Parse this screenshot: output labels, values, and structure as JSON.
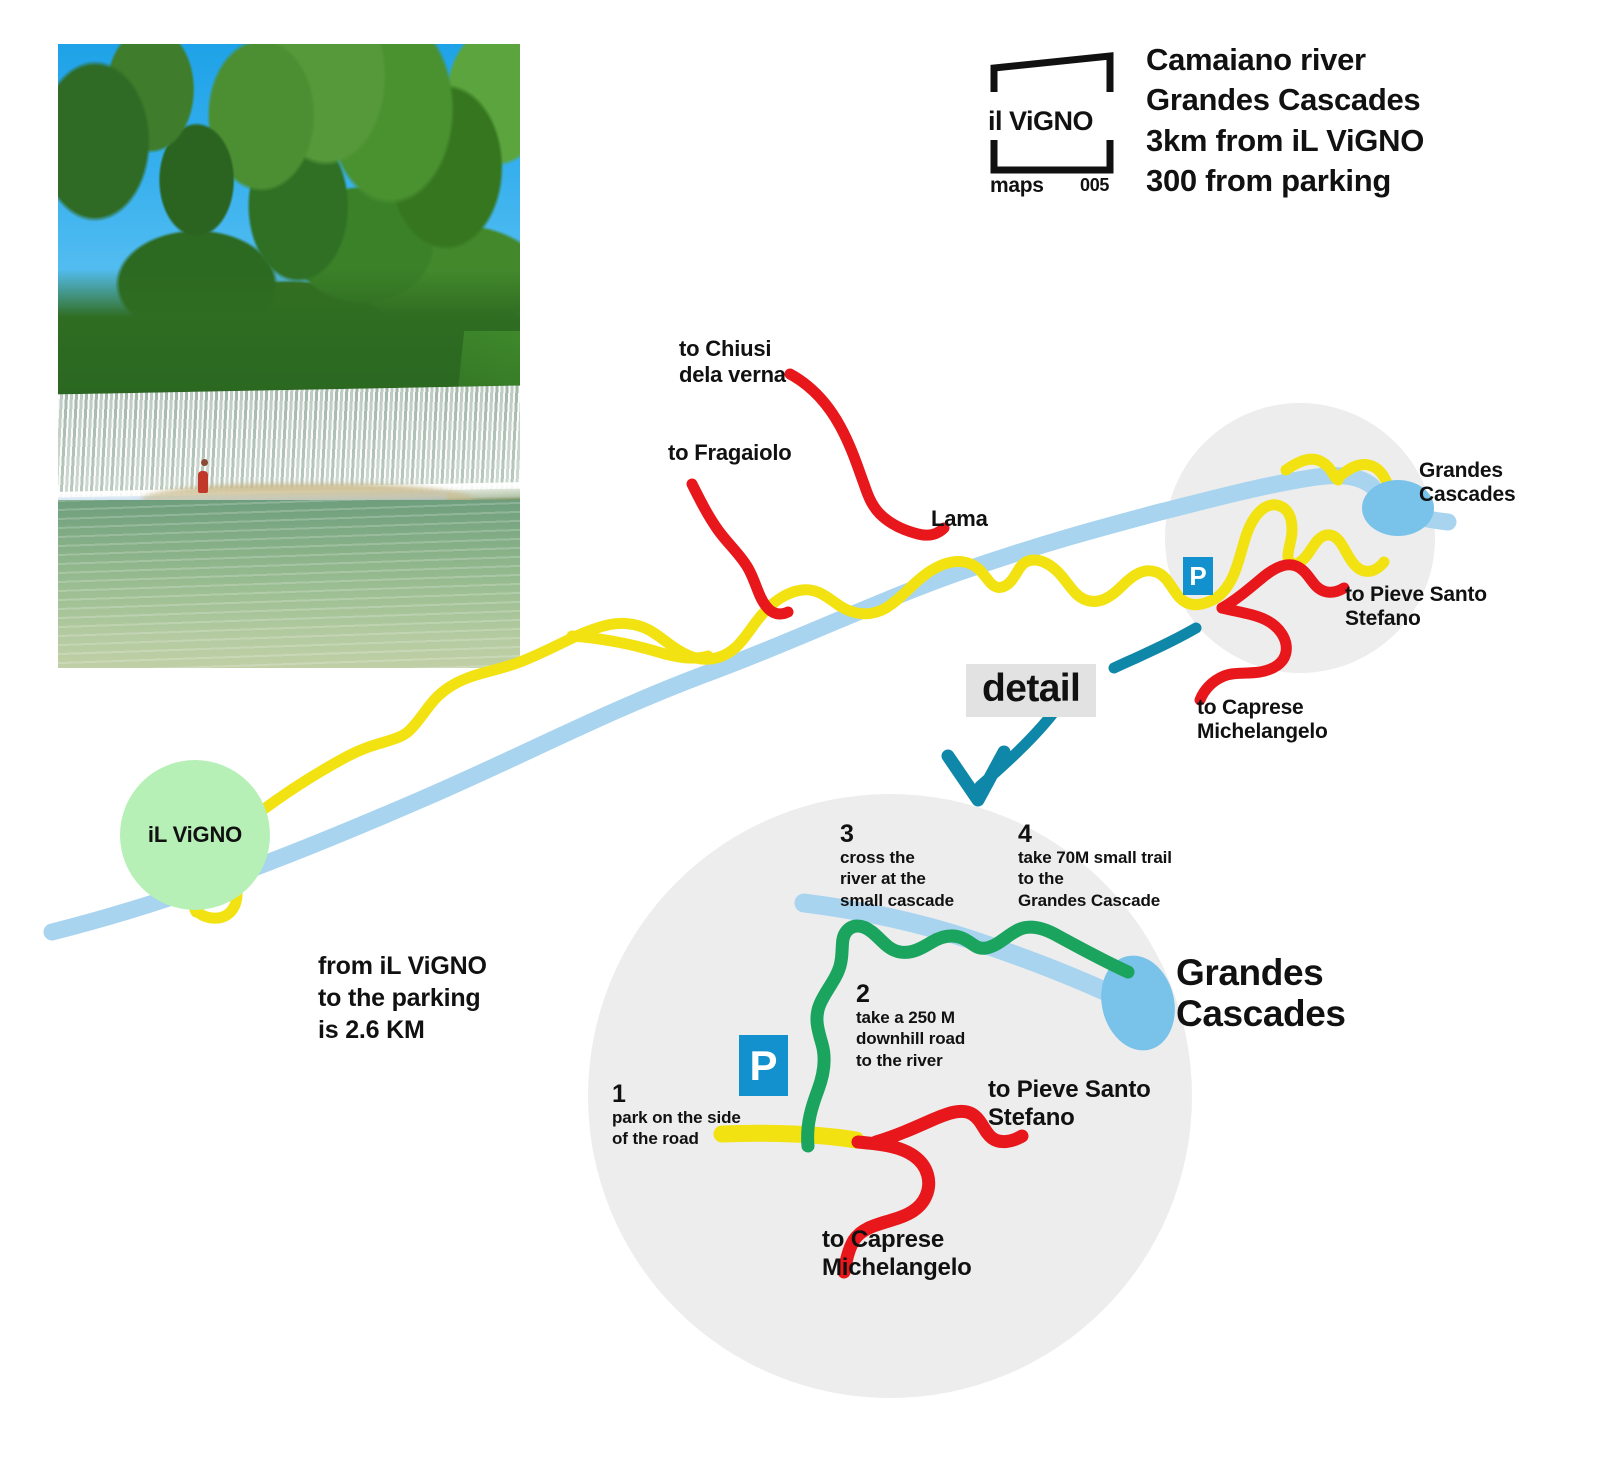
{
  "logo": {
    "brand": "il ViGNO",
    "series": "maps",
    "number": "005",
    "shape": "barn-outline-bracket"
  },
  "header": {
    "line1": "Camaiano river",
    "line2": "Grandes Cascades",
    "line3": "3km from iL ViGNO",
    "line4": "300 from parking"
  },
  "photo": {
    "alt": "Camaiano river weir waterfall with green pool and swimmer"
  },
  "overview_map": {
    "labels": {
      "chiusi": "to Chiusi\ndela verna",
      "chiusi_l1": "to Chiusi",
      "chiusi_l2": "dela verna",
      "fragaiolo": "to Fragaiolo",
      "lama": "Lama",
      "grandes_l1": "Grandes",
      "grandes_l2": "Cascades",
      "pieve_l1": "to Pieve Santo",
      "pieve_l2": "Stefano",
      "caprese_l1": "to Caprese",
      "caprese_l2": "Michelangelo",
      "ilvigno": "iL ViGNO",
      "parking_badge": "P"
    },
    "distance_note_l1": "from iL ViGNO",
    "distance_note_l2": "to the parking",
    "distance_note_l3": "is 2.6 KM",
    "detail_callout": "detail"
  },
  "detail_map": {
    "steps": [
      {
        "num": "1",
        "l1": "park on the side",
        "l2": "of the road",
        "l3": ""
      },
      {
        "num": "2",
        "l1": "take a 250 M",
        "l2": "downhill road",
        "l3": "to the river"
      },
      {
        "num": "3",
        "l1": "cross the",
        "l2": "river at the",
        "l3": "small cascade"
      },
      {
        "num": "4",
        "l1": "take 70M small trail",
        "l2": "to the",
        "l3": "Grandes Cascade"
      }
    ],
    "labels": {
      "grandes_l1": "Grandes",
      "grandes_l2": "Cascades",
      "pieve_l1": "to Pieve Santo",
      "pieve_l2": "Stefano",
      "caprese_l1": "to Caprese",
      "caprese_l2": "Michelangelo",
      "parking_badge": "P"
    }
  },
  "colors": {
    "road_yellow": "#f2e211",
    "road_red": "#e8171b",
    "river_blue": "#a8d4f0",
    "cascade_blue": "#79c2ea",
    "trail_green": "#1ba45e",
    "circle_gray": "#ededed",
    "badge_blue": "#1391ce",
    "arrow_teal": "#0f87a8",
    "vigno_green": "#b6f0b6"
  }
}
